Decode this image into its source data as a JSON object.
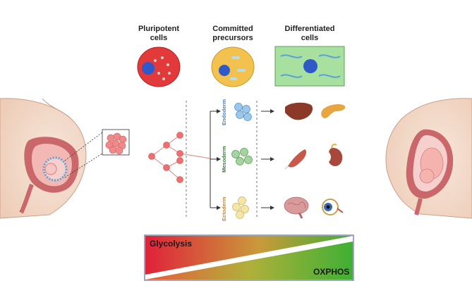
{
  "columns": [
    {
      "title": "Pluripotent\ncells"
    },
    {
      "title": "Committed\nprecursors"
    },
    {
      "title": "Differentiated\ncells"
    }
  ],
  "germ_layers": [
    {
      "label": "Endoderm",
      "color": "#4a7fc0",
      "organs": [
        "liver-icon",
        "pancreas-icon"
      ]
    },
    {
      "label": "Mesoderm",
      "color": "#3c7a3c",
      "organs": [
        "muscle-icon",
        "kidney-icon"
      ]
    },
    {
      "label": "Ectoderm",
      "color": "#c0883a",
      "organs": [
        "brain-icon",
        "eye-icon"
      ]
    }
  ],
  "gradient": {
    "top_label": "Glycolysis",
    "bottom_label": "OXPHOS",
    "colors": {
      "red": "#e0213a",
      "yellow": "#c9b53a",
      "green": "#3fb034"
    }
  },
  "colors": {
    "pluripotent": "#e23a3a",
    "precursor": "#f2c14e",
    "differentiated": "#a8e0a0",
    "nucleus": "#2f58c8",
    "skin": "#f3dccf",
    "uterus": "#c9676a"
  }
}
